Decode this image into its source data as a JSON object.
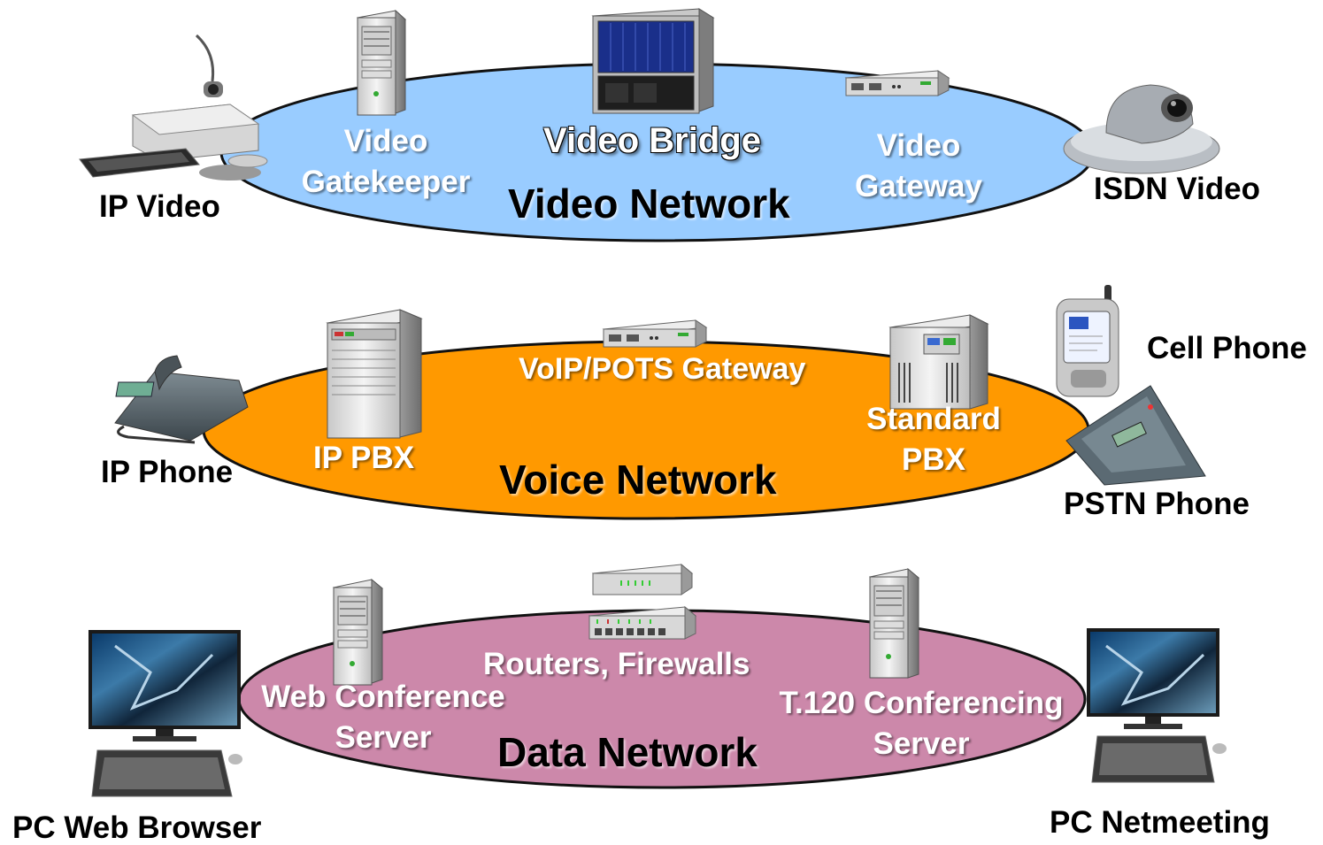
{
  "colors": {
    "video_network": "#99ccff",
    "voice_network": "#ff9900",
    "data_network": "#cc88aa",
    "background": "#ffffff"
  },
  "video": {
    "network_label": "Video Network",
    "gatekeeper": [
      "Video",
      "Gatekeeper"
    ],
    "bridge": "Video Bridge",
    "gateway": [
      "Video",
      "Gateway"
    ],
    "endpoint_left": "IP Video",
    "endpoint_right": "ISDN Video"
  },
  "voice": {
    "network_label": "Voice Network",
    "ip_pbx": "IP PBX",
    "gateway": "VoIP/POTS Gateway",
    "standard_pbx": [
      "Standard",
      "PBX"
    ],
    "endpoint_left": "IP Phone",
    "endpoint_right_top": "Cell Phone",
    "endpoint_right_bottom": "PSTN Phone"
  },
  "data": {
    "network_label": "Data Network",
    "web_server": [
      "Web Conference",
      "Server"
    ],
    "routers": "Routers, Firewalls",
    "t120_server": [
      "T.120 Conferencing",
      "Server"
    ],
    "endpoint_left": "PC Web Browser",
    "endpoint_right": "PC Netmeeting"
  },
  "icons": [
    "video-conference-unit-icon",
    "tower-server-icon",
    "video-bridge-rack-icon",
    "gateway-box-icon",
    "ptz-camera-icon",
    "desk-phone-icon",
    "pbx-server-icon",
    "pbx-cabinet-icon",
    "cell-phone-icon",
    "conference-phone-icon",
    "router-icon",
    "firewall-switch-icon",
    "pc-monitor-icon",
    "keyboard-icon"
  ]
}
